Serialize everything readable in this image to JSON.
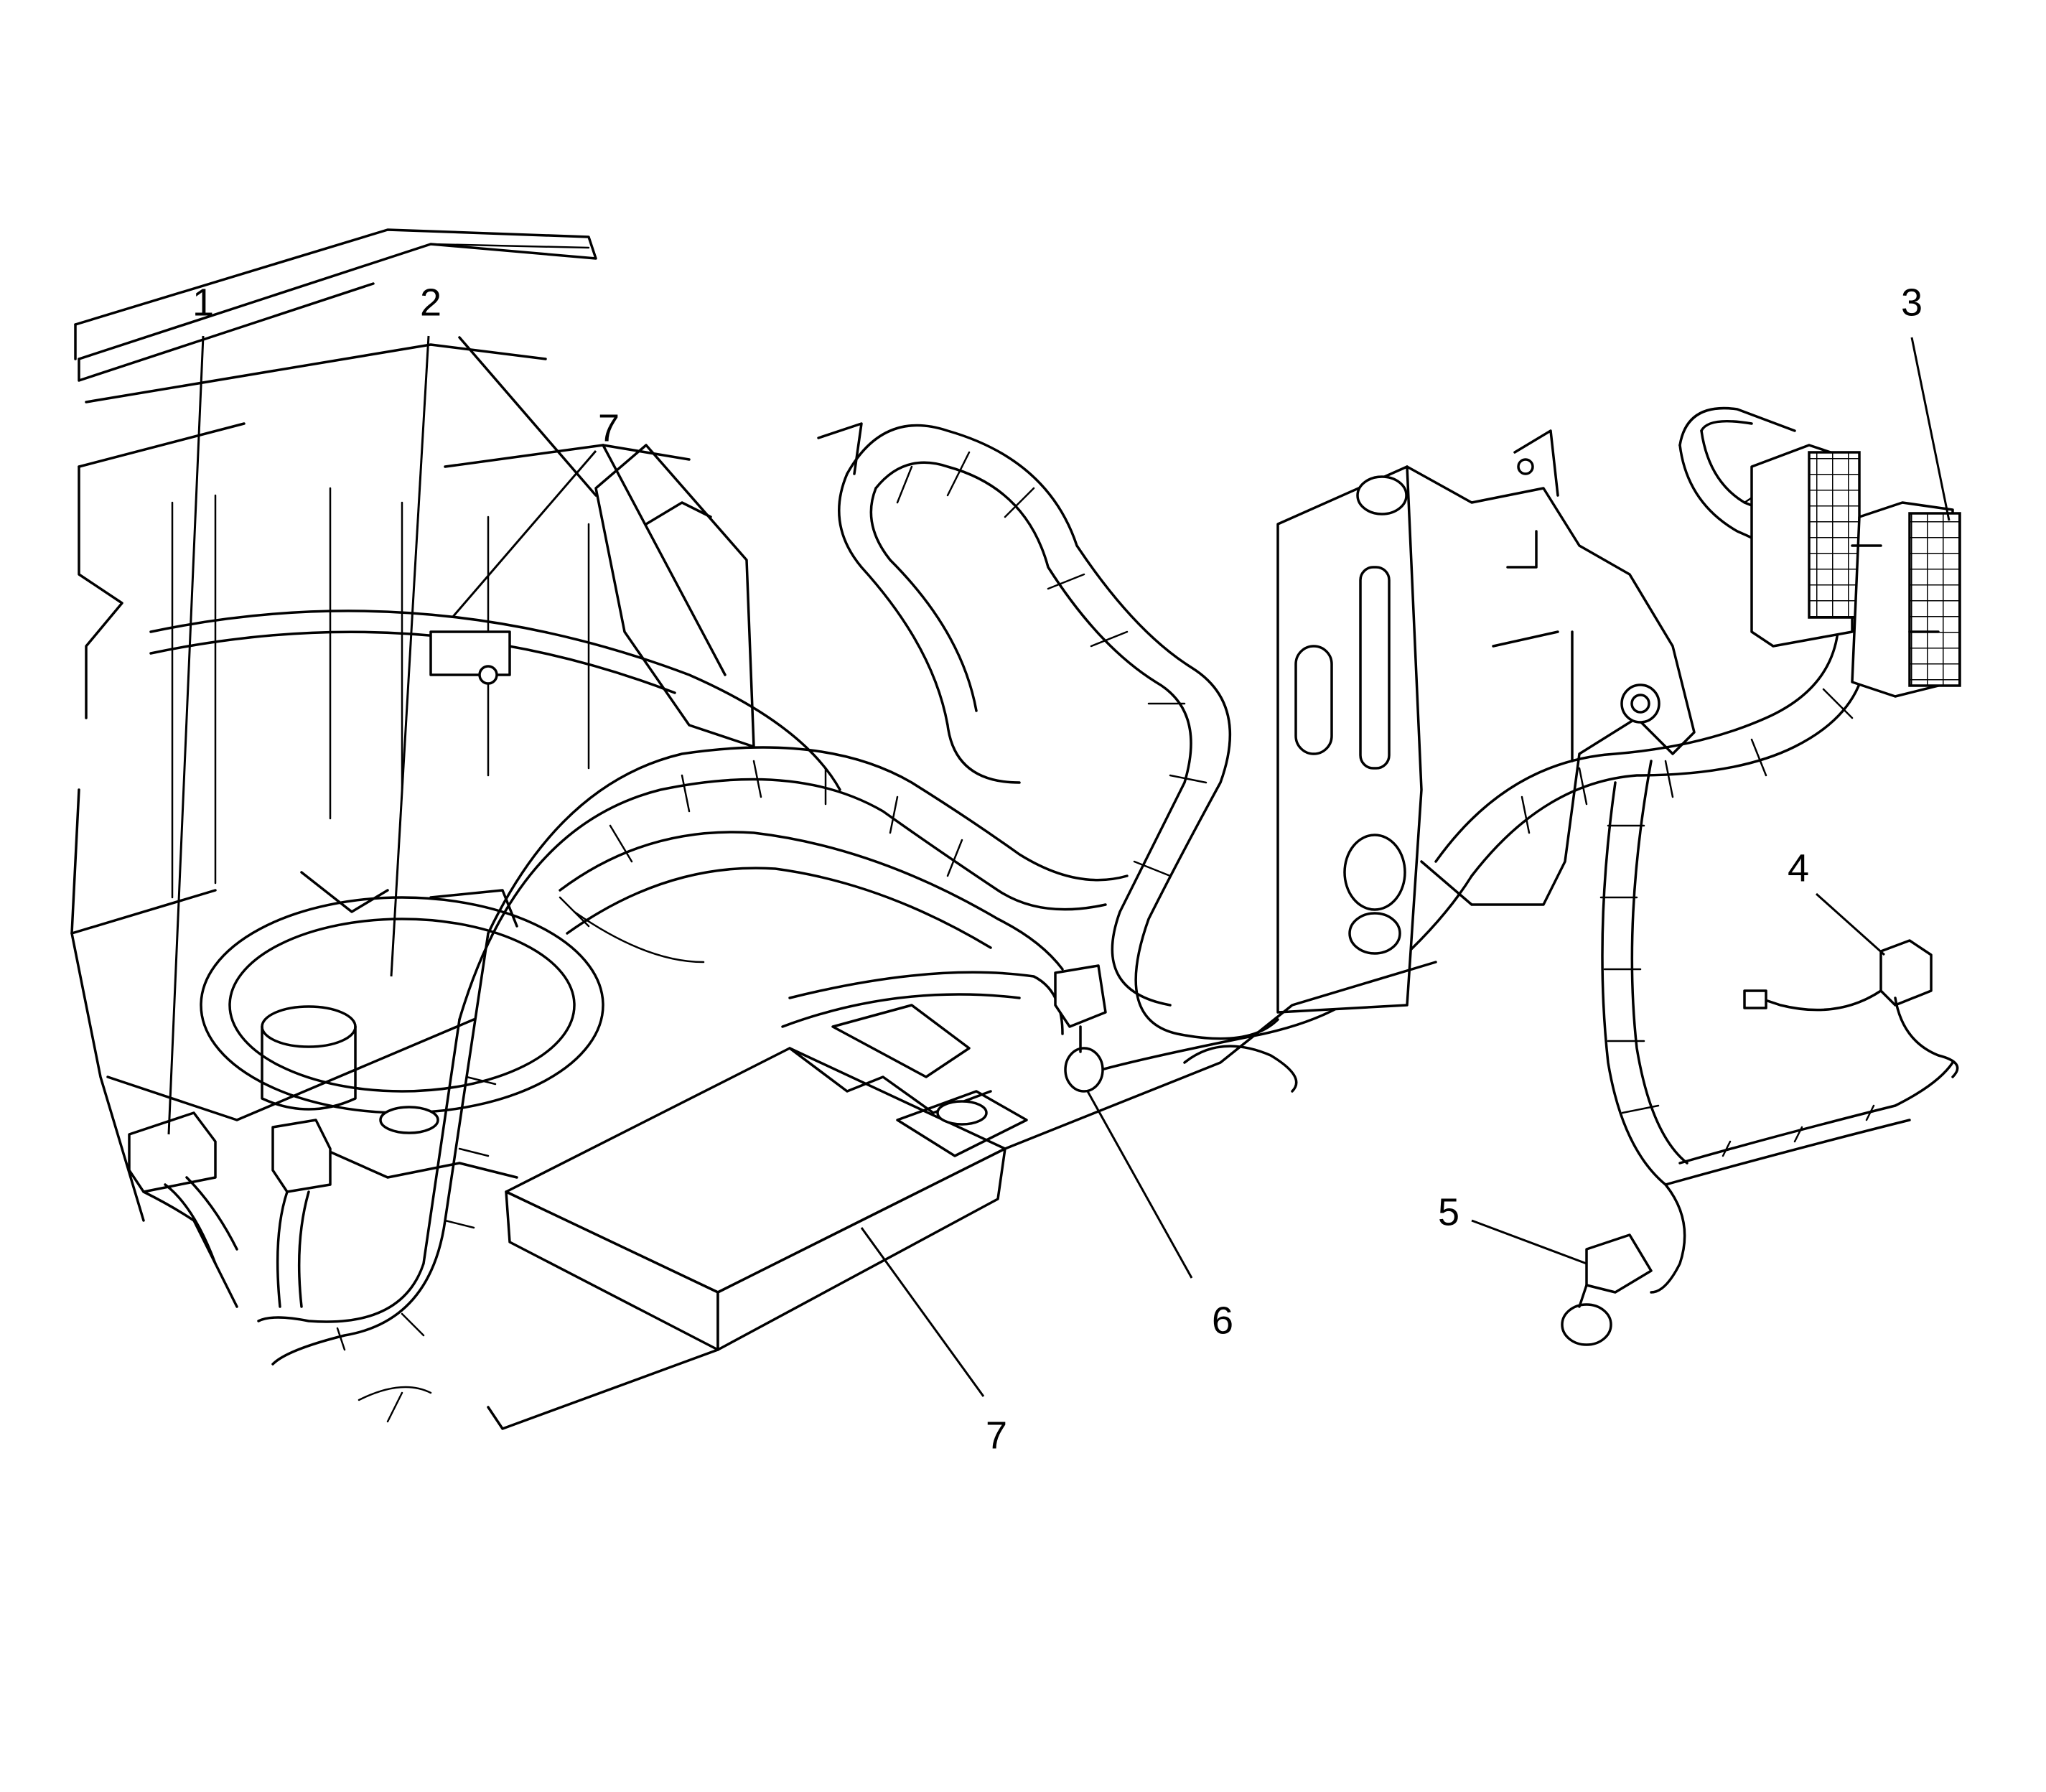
{
  "figure": {
    "callouts": [
      {
        "id": "c1",
        "text": "1"
      },
      {
        "id": "c2",
        "text": "2"
      },
      {
        "id": "c3",
        "text": "3"
      },
      {
        "id": "c4",
        "text": "4"
      },
      {
        "id": "c5",
        "text": "5"
      },
      {
        "id": "c6",
        "text": "6"
      },
      {
        "id": "c7a",
        "text": "7"
      },
      {
        "id": "c7b",
        "text": "7"
      }
    ]
  }
}
